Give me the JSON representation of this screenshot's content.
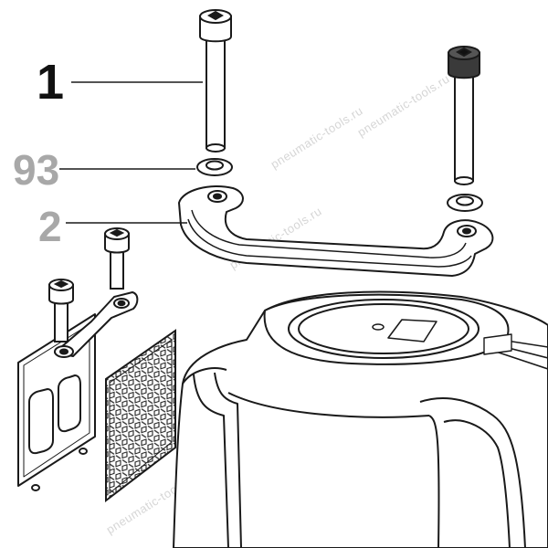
{
  "callouts": [
    {
      "number": "1",
      "color": "#111111"
    },
    {
      "number": "93",
      "color": "#a8a8a8"
    },
    {
      "number": "2",
      "color": "#a8a8a8"
    }
  ],
  "watermark": "pneumatic-tools.ru",
  "colors": {
    "line": "#1a1a1a",
    "screw_head_dark": "#3a3a3a",
    "background": "#ffffff"
  }
}
